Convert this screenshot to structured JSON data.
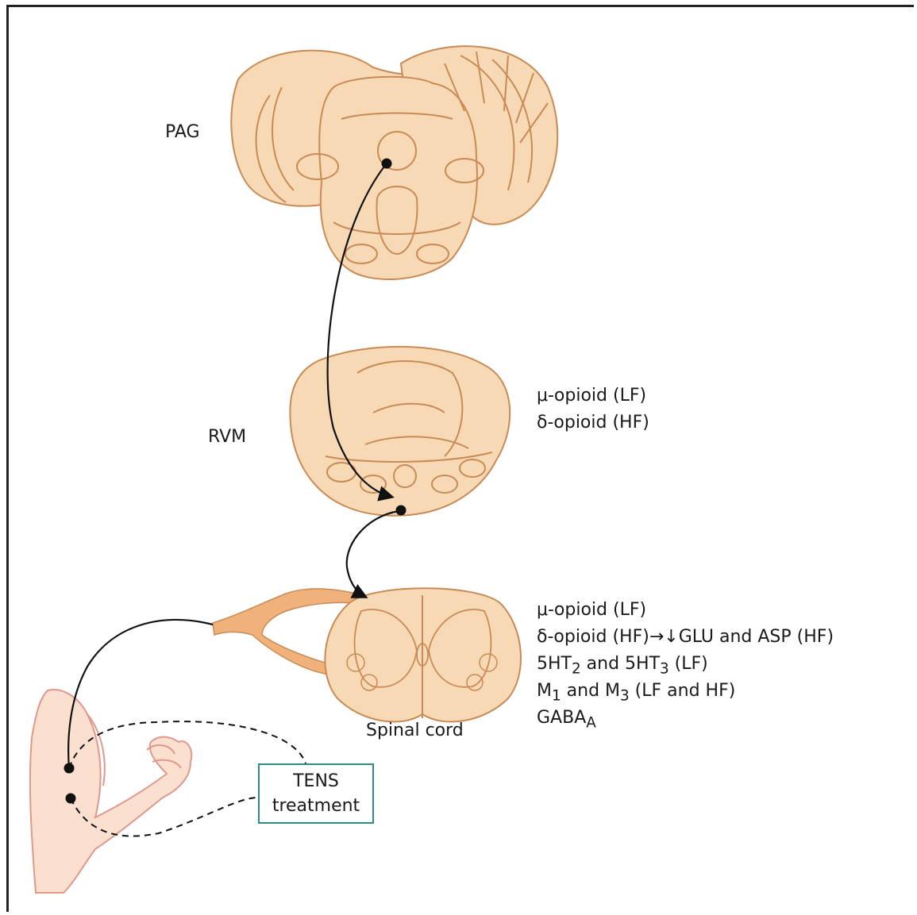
{
  "labels": {
    "pag": "PAG",
    "rvm": "RVM",
    "spinal_cord": "Spinal cord"
  },
  "rvm_receptors": [
    "μ-opioid (LF)",
    "δ-opioid (HF)"
  ],
  "spinal_receptors": {
    "mu": "μ-opioid (LF)",
    "delta": "δ-opioid (HF)→↓GLU and ASP (HF)",
    "ht_a": "5HT",
    "ht_a_sub": "2",
    "ht_mid": " and 5HT",
    "ht_b_sub": "3",
    "ht_tail": " (LF)",
    "m_a": "M",
    "m_a_sub": "1",
    "m_mid": " and M",
    "m_b_sub": "3",
    "m_tail": " (LF and HF)",
    "gaba": "GABA",
    "gaba_sub": "A"
  },
  "tens": {
    "line1": "TENS",
    "line2": "treatment"
  },
  "colors": {
    "tissue": "#f7d9b5",
    "tissue_stroke": "#c98b55",
    "nerve": "#f0b27a",
    "box_border": "#2f8b8b",
    "arm": "#fbe0cf"
  }
}
